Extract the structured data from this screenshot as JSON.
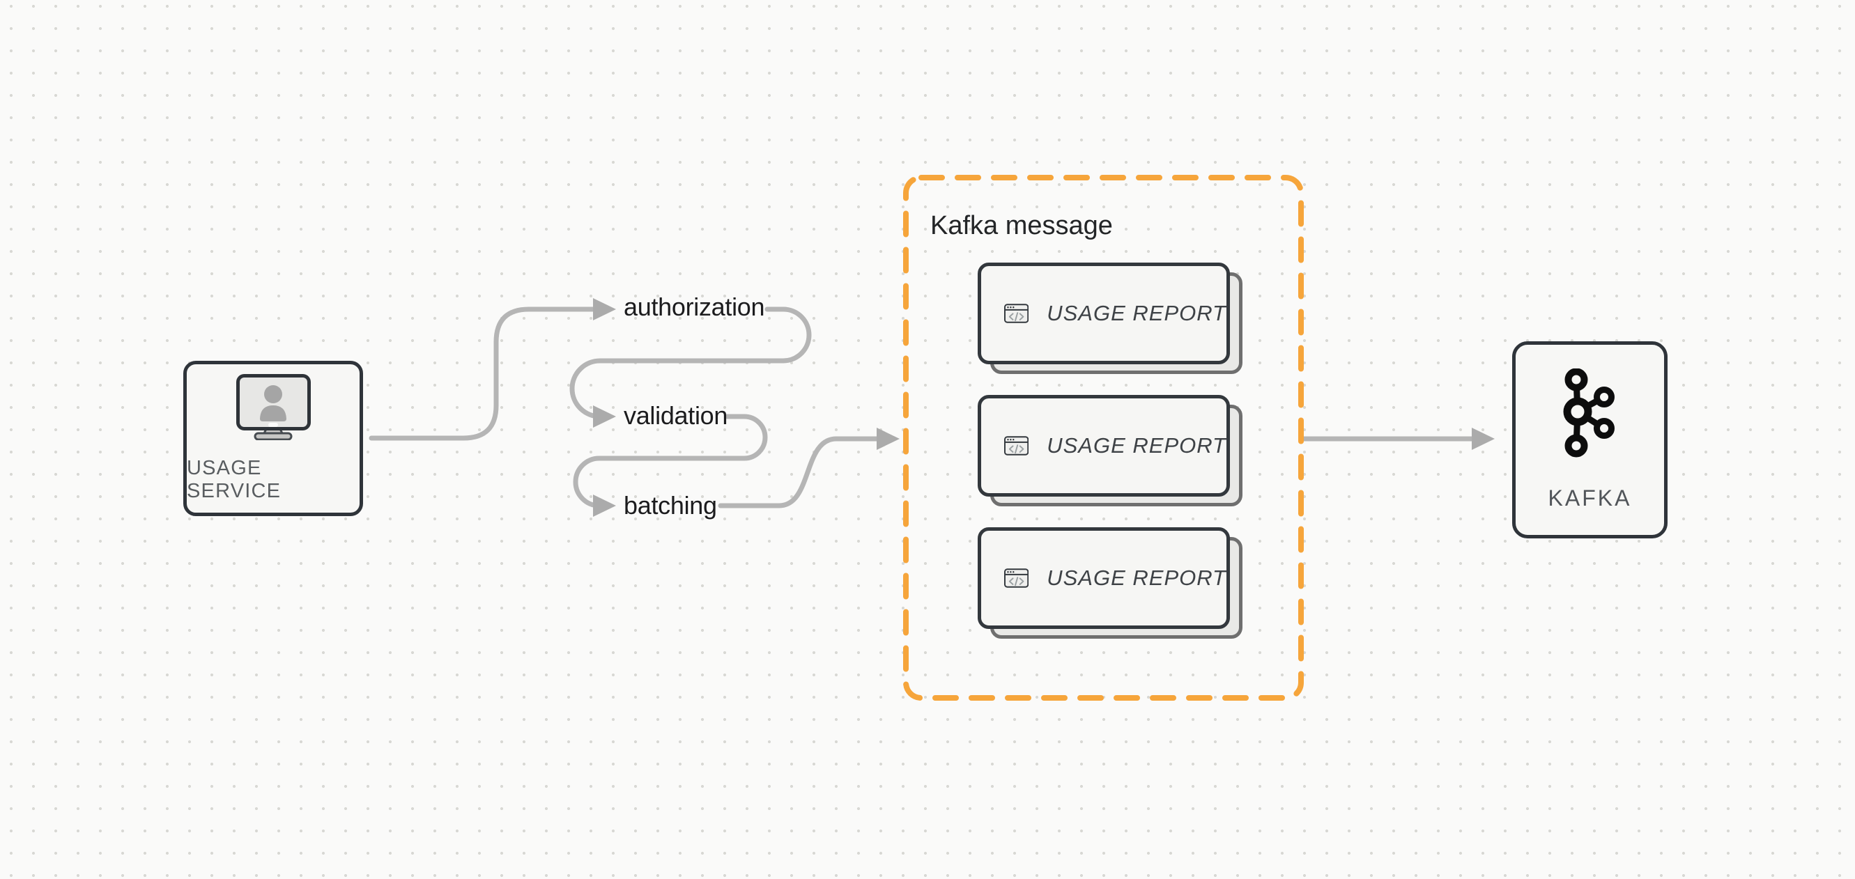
{
  "diagram": {
    "background_color": "#fafaf9",
    "dot_grid_color": "#d8d8d4",
    "connector_color": "#b5b5b5",
    "node_border_color": "#2f343a",
    "node_fill_color": "#f7f7f5",
    "accent_orange": "#f6a53b"
  },
  "usage_service": {
    "label": "USAGE SERVICE",
    "icon": "monitor-user-icon"
  },
  "pipeline_steps": [
    {
      "label": "authorization"
    },
    {
      "label": "validation"
    },
    {
      "label": "batching"
    }
  ],
  "kafka_message": {
    "title": "Kafka message",
    "cards": [
      {
        "label": "USAGE REPORT",
        "icon": "code-window-icon"
      },
      {
        "label": "USAGE REPORT",
        "icon": "code-window-icon"
      },
      {
        "label": "USAGE REPORT",
        "icon": "code-window-icon"
      }
    ]
  },
  "kafka": {
    "label": "KAFKA",
    "icon": "kafka-logo-icon"
  }
}
